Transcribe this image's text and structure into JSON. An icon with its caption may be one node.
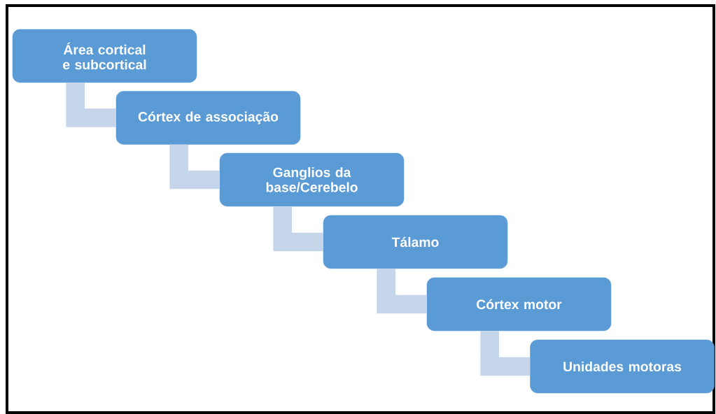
{
  "diagram": {
    "nodes": [
      {
        "text": [
          "Área cortical e subcortical"
        ]
      },
      {
        "text": [
          "Córtex de associação"
        ]
      },
      {
        "text": [
          "Ganglios da base/Cerebelo"
        ]
      },
      {
        "text": [
          "Tálamo"
        ]
      },
      {
        "text": [
          "Córtex motor"
        ]
      },
      {
        "text": [
          "Unidades motoras"
        ]
      }
    ],
    "edges": [
      {
        "from": 0,
        "to": 1,
        "arrow": "none"
      },
      {
        "from": 1,
        "to": 2,
        "arrow": "none"
      },
      {
        "from": 2,
        "to": 3,
        "arrow": "none"
      },
      {
        "from": 3,
        "to": 4,
        "arrow": "none"
      },
      {
        "from": 4,
        "to": 5,
        "arrow": "none"
      }
    ]
  }
}
